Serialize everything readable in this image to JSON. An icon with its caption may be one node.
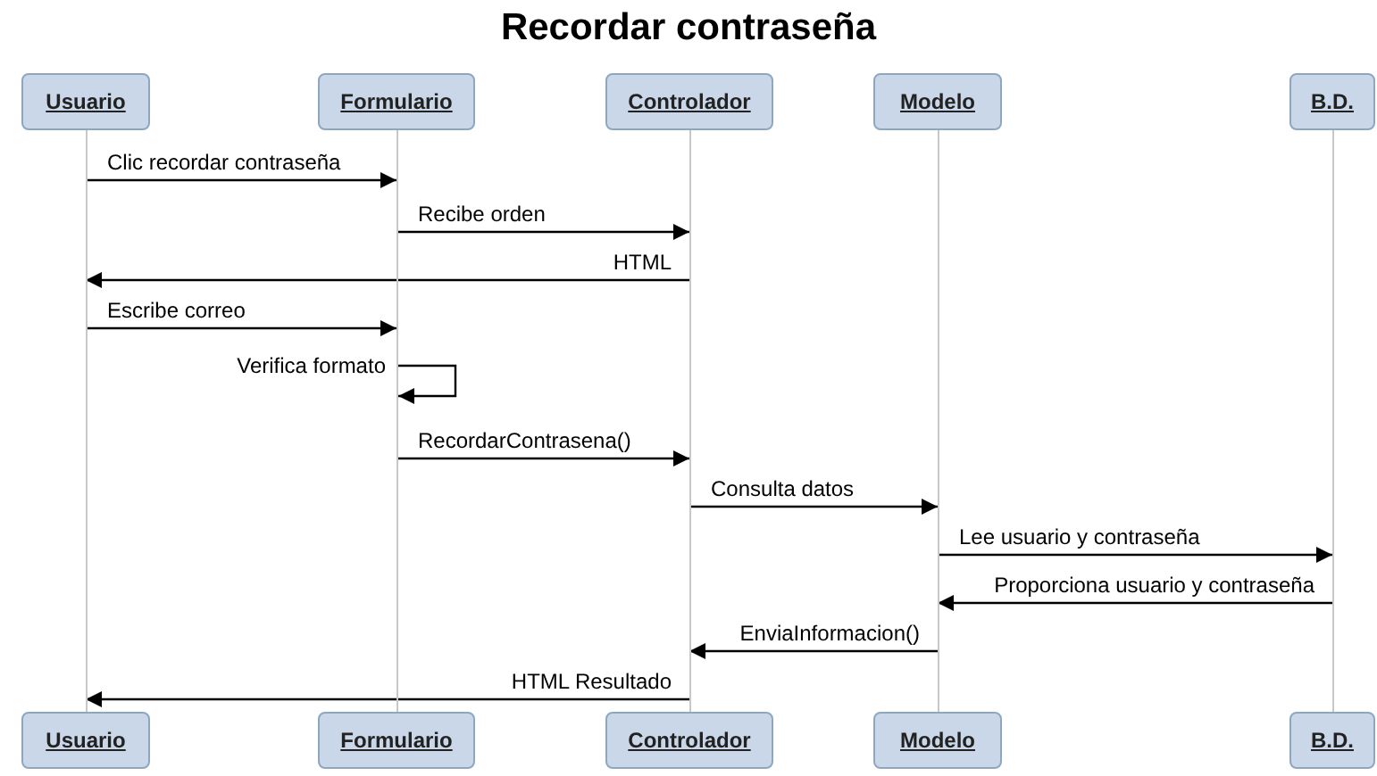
{
  "diagram": {
    "title": "Recordar contraseña",
    "nodes": [
      {
        "text": [
          "Usuario"
        ]
      },
      {
        "text": [
          "Formulario"
        ]
      },
      {
        "text": [
          "Controlador"
        ]
      },
      {
        "text": [
          "Modelo"
        ]
      },
      {
        "text": [
          "B.D."
        ]
      },
      {
        "text": [
          "Usuario"
        ]
      },
      {
        "text": [
          "Formulario"
        ]
      },
      {
        "text": [
          "Controlador"
        ]
      },
      {
        "text": [
          "Modelo"
        ]
      },
      {
        "text": [
          "B.D."
        ]
      },
      {
        "text": [],
        "shape": "line"
      },
      {
        "text": [],
        "shape": "line"
      },
      {
        "text": [],
        "shape": "line"
      },
      {
        "text": [],
        "shape": "line"
      },
      {
        "text": [],
        "shape": "line"
      }
    ],
    "edges": [
      {
        "from": 10,
        "to": 11,
        "arrow": "to",
        "label": "Clic recordar contraseña"
      },
      {
        "from": 11,
        "to": 12,
        "arrow": "to",
        "label": "Recibe orden"
      },
      {
        "from": 12,
        "to": 10,
        "arrow": "to",
        "label": "HTML"
      },
      {
        "from": 10,
        "to": 11,
        "arrow": "to",
        "label": "Escribe correo"
      },
      {
        "from": 11,
        "to": 11,
        "arrow": "to",
        "label": "Verifica formato"
      },
      {
        "from": 11,
        "to": 12,
        "arrow": "to",
        "label": "RecordarContrasena()"
      },
      {
        "from": 12,
        "to": 13,
        "arrow": "to",
        "label": "Consulta datos"
      },
      {
        "from": 13,
        "to": 14,
        "arrow": "to",
        "label": "Lee usuario y contraseña"
      },
      {
        "from": 14,
        "to": 13,
        "arrow": "to",
        "label": "Proporciona usuario y contraseña"
      },
      {
        "from": 13,
        "to": 12,
        "arrow": "to",
        "label": "EnviaInformacion()"
      },
      {
        "from": 12,
        "to": 10,
        "arrow": "to",
        "label": "HTML Resultado"
      }
    ]
  }
}
